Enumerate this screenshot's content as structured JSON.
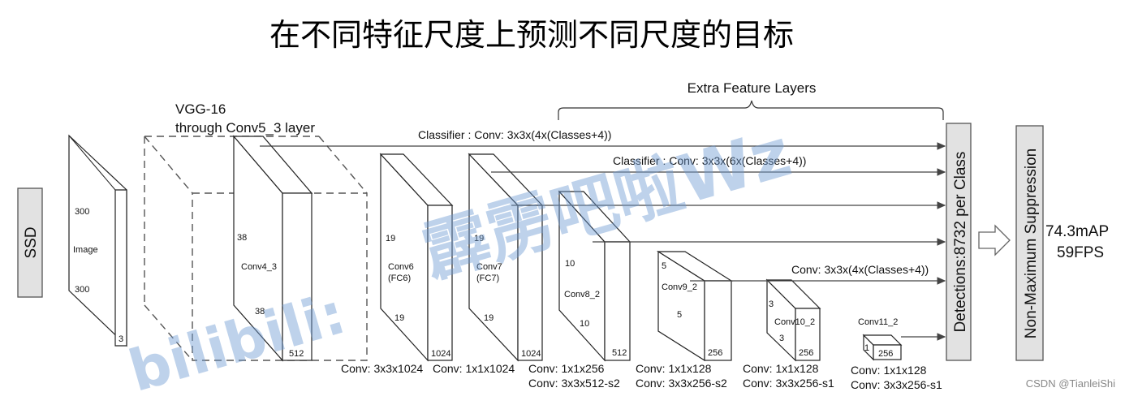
{
  "title": "在不同特征尺度上预测不同尺度的目标",
  "ssd_label": "SSD",
  "image_block": {
    "w": "300",
    "h": "300",
    "label": "Image",
    "c": "3"
  },
  "vgg_label_line1": "VGG-16",
  "vgg_label_line2": "through Conv5_3 layer",
  "extra_label": "Extra Feature Layers",
  "classifiers": {
    "c1": "Classifier : Conv: 3x3x(4x(Classes+4))",
    "c2": "Classifier : Conv: 3x3x(6x(Classes+4))",
    "c3": "Conv: 3x3x(4x(Classes+4))"
  },
  "layers": {
    "conv4_3": {
      "w": "38",
      "h": "38",
      "name": "Conv4_3",
      "c": "512"
    },
    "conv6": {
      "w": "19",
      "h": "19",
      "name1": "Conv6",
      "name2": "(FC6)",
      "c": "1024"
    },
    "conv7": {
      "w": "19",
      "h": "19",
      "name1": "Conv7",
      "name2": "(FC7)",
      "c": "1024"
    },
    "conv8_2": {
      "w": "10",
      "h": "10",
      "name": "Conv8_2",
      "c": "512"
    },
    "conv9_2": {
      "w": "5",
      "h": "5",
      "name": "Conv9_2",
      "c": "256"
    },
    "conv10_2": {
      "w": "3",
      "h": "3",
      "name": "Conv10_2",
      "c": "256"
    },
    "conv11_2": {
      "w": "1",
      "name": "Conv11_2",
      "c": "256"
    }
  },
  "bottom": {
    "b1": "Conv: 3x3x1024",
    "b2": "Conv: 1x1x1024",
    "b3a": "Conv: 1x1x256",
    "b3b": "Conv: 3x3x512-s2",
    "b4a": "Conv: 1x1x128",
    "b4b": "Conv: 3x3x256-s2",
    "b5a": "Conv: 1x1x128",
    "b5b": "Conv: 3x3x256-s1",
    "b6a": "Conv: 1x1x128",
    "b6b": "Conv: 3x3x256-s1"
  },
  "detections": "Detections:8732  per Class",
  "nms": "Non-Maximum Suppression",
  "map": "74.3mAP",
  "fps": "59FPS",
  "watermark1": "霹雳吧啦Wz",
  "watermark2": "bilibili:",
  "credit": "CSDN @TianleiShi"
}
